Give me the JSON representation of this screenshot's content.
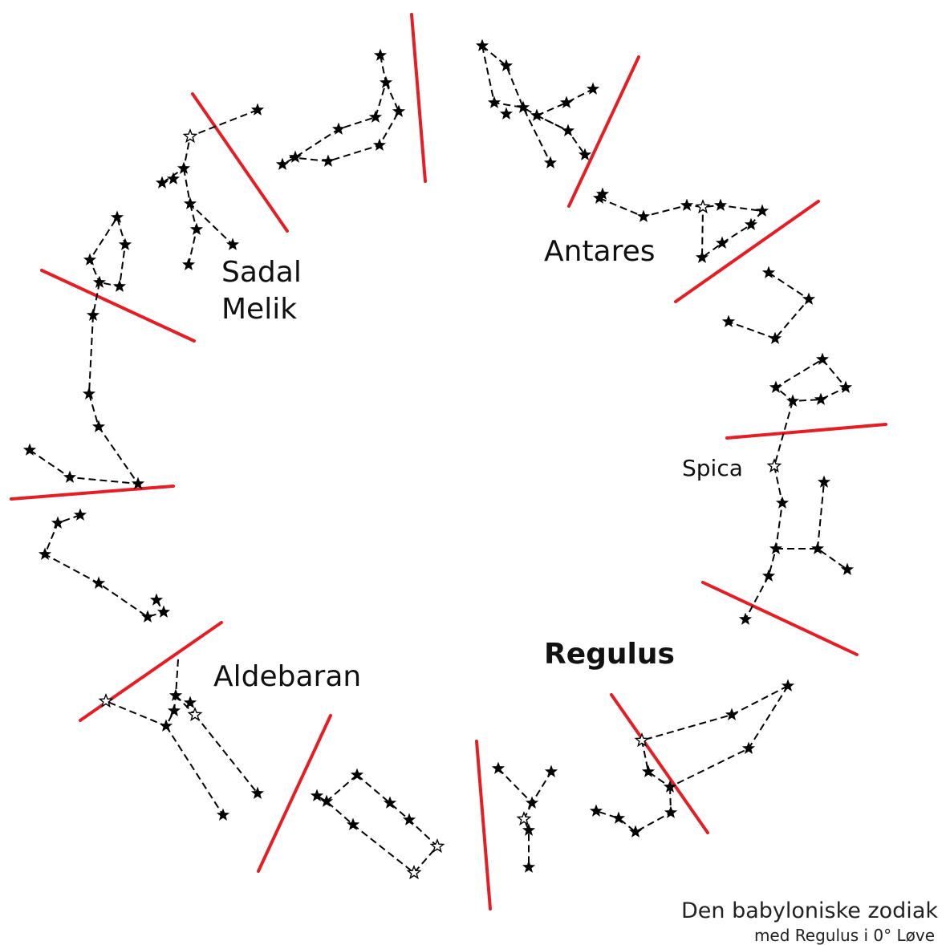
{
  "labels": {
    "sadal": "Sadal",
    "melik": "Melik",
    "antares": "Antares",
    "spica": "Spica",
    "regulus": "Regulus",
    "aldebaran": "Aldebaran"
  },
  "caption": {
    "title": "Den babyloniske zodiak",
    "subtitle": "med Regulus i 0° Løve"
  },
  "colors": {
    "boundary": "#e31e24",
    "lines": "#000000",
    "background": "#ffffff"
  },
  "icons": {
    "filled_star": "filled-star-icon",
    "open_star": "open-star-icon"
  }
}
